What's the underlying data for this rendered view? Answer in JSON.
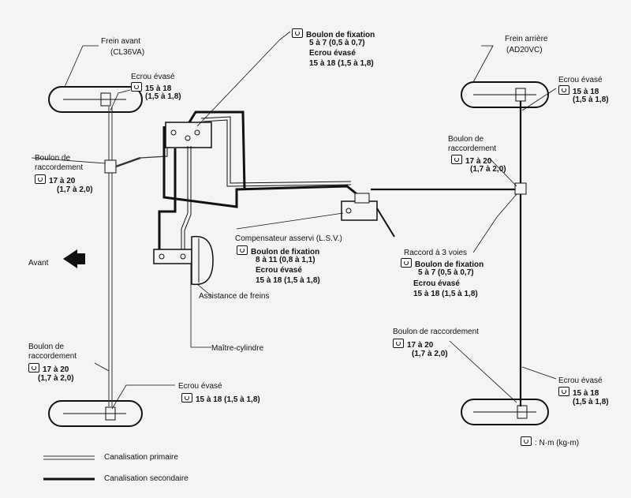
{
  "labels": {
    "frein_avant": "Frein avant",
    "frein_avant_model": "(CL36VA)",
    "frein_arriere": "Frein arrière",
    "frein_arriere_model": "(AD20VC)",
    "ecrou_evase": "Ecrou évasé",
    "boulon_fixation": "Boulon de fixation",
    "boulon_de": "Boulon de",
    "raccordement": "raccordement",
    "boulon_raccordement": "Boulon de raccordement",
    "avant": "Avant",
    "compensateur": "Compensateur asservi (L.S.V.)",
    "assistance": "Assistance de freins",
    "maitre_cylindre": "Maître-cylindre",
    "raccord_3_voies": "Raccord à 3 voies",
    "unit": ": N·m (kg-m)"
  },
  "torques": {
    "flare_15_18": "15 à 18",
    "flare_15_18_kgm": "(1,5 à 1,8)",
    "flare_15_18_inline": "15 à 18 (1,5 à 1,8)",
    "fix_5_7": "5 à 7 (0,5 à 0,7)",
    "fix_8_11": "8 à 11 (0,8 à 1,1)",
    "conn_17_20": "17 à 20",
    "conn_17_20_kgm": "(1,7 à 2,0)"
  },
  "legend": {
    "primaire": "Canalisation primaire",
    "secondaire": "Canalisation secondaire"
  }
}
